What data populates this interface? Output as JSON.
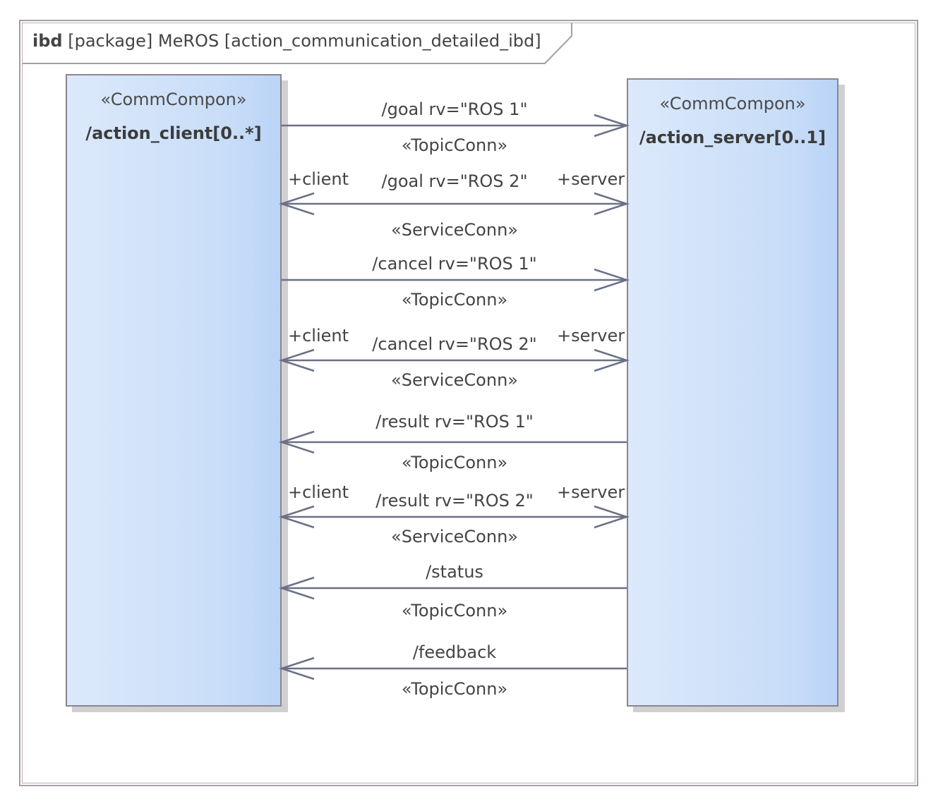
{
  "frame": {
    "kind": "ibd",
    "title": "[package] MeROS [action_communication_detailed_ibd]"
  },
  "blocks": {
    "client": {
      "stereotype": "«CommCompon»",
      "name": "/action_client[0..*]"
    },
    "server": {
      "stereotype": "«CommCompon»",
      "name": "/action_server[0..1]"
    }
  },
  "connectors": [
    {
      "name": "/goal rv=\"ROS 1\"",
      "stereotype": "«TopicConn»",
      "direction": "client-to-server",
      "client_role": "",
      "server_role": ""
    },
    {
      "name": "/goal rv=\"ROS 2\"",
      "stereotype": "«ServiceConn»",
      "direction": "bidirectional",
      "client_role": "+client",
      "server_role": "+server"
    },
    {
      "name": "/cancel rv=\"ROS 1\"",
      "stereotype": "«TopicConn»",
      "direction": "client-to-server",
      "client_role": "",
      "server_role": ""
    },
    {
      "name": "/cancel rv=\"ROS 2\"",
      "stereotype": "«ServiceConn»",
      "direction": "bidirectional",
      "client_role": "+client",
      "server_role": "+server"
    },
    {
      "name": "/result rv=\"ROS 1\"",
      "stereotype": "«TopicConn»",
      "direction": "server-to-client",
      "client_role": "",
      "server_role": ""
    },
    {
      "name": "/result rv=\"ROS 2\"",
      "stereotype": "«ServiceConn»",
      "direction": "bidirectional",
      "client_role": "+client",
      "server_role": "+server"
    },
    {
      "name": "/status",
      "stereotype": "«TopicConn»",
      "direction": "server-to-client",
      "client_role": "",
      "server_role": ""
    },
    {
      "name": "/feedback",
      "stereotype": "«TopicConn»",
      "direction": "server-to-client",
      "client_role": "",
      "server_role": ""
    }
  ],
  "colors": {
    "line": "#6b7086",
    "frame": "#a89ca6",
    "block_fill_light": "#dce9fb",
    "block_fill_dark": "#bad4f7"
  }
}
